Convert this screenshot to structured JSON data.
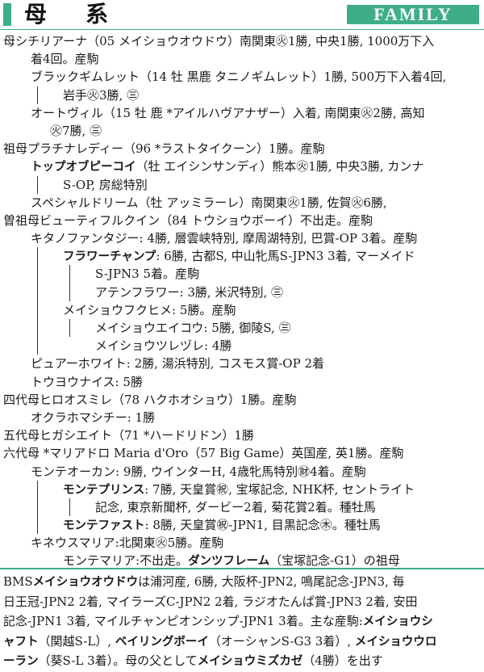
{
  "header": {
    "title": "母　系",
    "family": "FAMILY"
  },
  "lines": [
    {
      "indent": 4,
      "bars": [],
      "text": "母シチリアーナ（05 メイショウオウドウ）南関東㊋1勝, 中央1勝, 1000万下入"
    },
    {
      "indent": 38,
      "bars": [],
      "text": "着4回。産駒"
    },
    {
      "indent": 38,
      "bars": [],
      "text": "ブラックギムレット（14 牡 黒鹿 タニノギムレット）1勝, 500万下入着4回,"
    },
    {
      "indent": 78,
      "bars": [
        46
      ],
      "text": "岩手㊋3勝, ㊂"
    },
    {
      "indent": 38,
      "bars": [],
      "text": "オートヴィル（15 牡 鹿 *アイルハヴアナザー）入着, 南関東㊋2勝, 高知"
    },
    {
      "indent": 62,
      "bars": [],
      "text": "㊋7勝, ㊂"
    },
    {
      "indent": 4,
      "bars": [],
      "text": "祖母プラチナレディー（96 *ラストタイクーン）1勝。産駒"
    },
    {
      "indent": 38,
      "bars": [],
      "bold": "トップオブピーコイ",
      "text": "（牡 エイシンサンディ）熊本㊋1勝, 中央3勝, カンナ"
    },
    {
      "indent": 78,
      "bars": [
        46
      ],
      "text": "S-OP, 房総特別"
    },
    {
      "indent": 38,
      "bars": [],
      "text": "スペシャルドリーム（牡 アッミラーレ）南関東㊋1勝, 佐賀㊋6勝,"
    },
    {
      "indent": 4,
      "bars": [],
      "text": "曽祖母ビューティフルクイン（84 トウショウボーイ）不出走。産駒"
    },
    {
      "indent": 38,
      "bars": [],
      "text": "キタノファンタジー: 4勝, 層雲峡特別, 摩周湖特別, 巴賞-OP 3着。産駒"
    },
    {
      "indent": 78,
      "bars": [
        46
      ],
      "bold": "フラワーチャンプ",
      "text": ": 6勝, 古都S, 中山牝馬S-JPN3 3着, マーメイド"
    },
    {
      "indent": 118,
      "bars": [
        46,
        86
      ],
      "text": "S-JPN3 5着。産駒"
    },
    {
      "indent": 118,
      "bars": [
        46,
        86
      ],
      "text": "アテンフラワー: 3勝, 米沢特別, ㊂"
    },
    {
      "indent": 78,
      "bars": [
        46
      ],
      "text": "メイショウフクヒメ: 5勝。産駒"
    },
    {
      "indent": 118,
      "bars": [
        46,
        86
      ],
      "text": "メイショウエイコウ: 5勝, 御陵S, ㊂"
    },
    {
      "indent": 118,
      "bars": [
        46
      ],
      "text": "メイショウツレヅレ: 4勝"
    },
    {
      "indent": 38,
      "bars": [],
      "text": "ピュアーホワイト: 2勝, 湯浜特別, コスモス賞-OP 2着"
    },
    {
      "indent": 38,
      "bars": [],
      "text": "トウヨウナイス: 5勝"
    },
    {
      "indent": 4,
      "bars": [],
      "text": "四代母ヒロオスミレ（78 ハクホオショウ）1勝。産駒"
    },
    {
      "indent": 38,
      "bars": [],
      "text": "オクラホマシチー: 1勝"
    },
    {
      "indent": 4,
      "bars": [],
      "text": "五代母ヒガシエイト（71 *ハードリドン）1勝"
    },
    {
      "indent": 4,
      "bars": [],
      "text": "六代母 *マリアドロ Maria d'Oro（57 Big Game）英国産, 英1勝。産駒"
    },
    {
      "indent": 38,
      "bars": [],
      "text": "モンテオーカン: 9勝, ウインターH, 4歳牝馬特別㊖4着。産駒"
    },
    {
      "indent": 78,
      "bars": [
        46
      ],
      "bold": "モンテプリンス",
      "text": ": 7勝, 天皇賞㊗, 宝塚記念, NHK杯, セントライト"
    },
    {
      "indent": 118,
      "bars": [
        46,
        86
      ],
      "text": "記念, 東京新聞杯, ダービー2着, 菊花賞2着。種牡馬"
    },
    {
      "indent": 78,
      "bars": [
        46
      ],
      "bold": "モンテファスト",
      "text": ": 8勝, 天皇賞㊗-JPN1, 目黒記念㊍。種牡馬"
    },
    {
      "indent": 38,
      "bars": [],
      "text": "キネウスマリア:北関東㊋5勝。産駒"
    },
    {
      "indent": 78,
      "bars": [],
      "text": "モンテマリア:不出走。",
      "bold2": "ダンツフレーム",
      "text2": "（宝塚記念-G1）の祖母"
    }
  ],
  "bms": [
    {
      "segs": [
        {
          "t": "BMS"
        },
        {
          "b": "メイショウオウドウ"
        },
        {
          "t": "は浦河産, 6勝, 大阪杯-JPN2, 鳴尾記念-JPN3, 毎"
        }
      ]
    },
    {
      "segs": [
        {
          "t": "日王冠-JPN2 2着, マイラーズC-JPN2 2着, ラジオたんぱ賞-JPN3 2着, 安田"
        }
      ]
    },
    {
      "segs": [
        {
          "t": "記念-JPN1 3着, マイルチャンピオンシップ-JPN1 3着。主な産駒:"
        },
        {
          "b": "メイショウシ"
        }
      ]
    },
    {
      "segs": [
        {
          "b": "ャフト"
        },
        {
          "t": "（関越S-L）, "
        },
        {
          "b": "ベイリングボーイ"
        },
        {
          "t": "（オーシャンS-G3 3着）, "
        },
        {
          "b": "メイショウウロ"
        }
      ]
    },
    {
      "segs": [
        {
          "b": "ーラン"
        },
        {
          "t": "（葵S-L 3着）。母の父として"
        },
        {
          "b": "メイショウミズカゼ"
        },
        {
          "t": "（4勝）を出す"
        }
      ]
    }
  ]
}
